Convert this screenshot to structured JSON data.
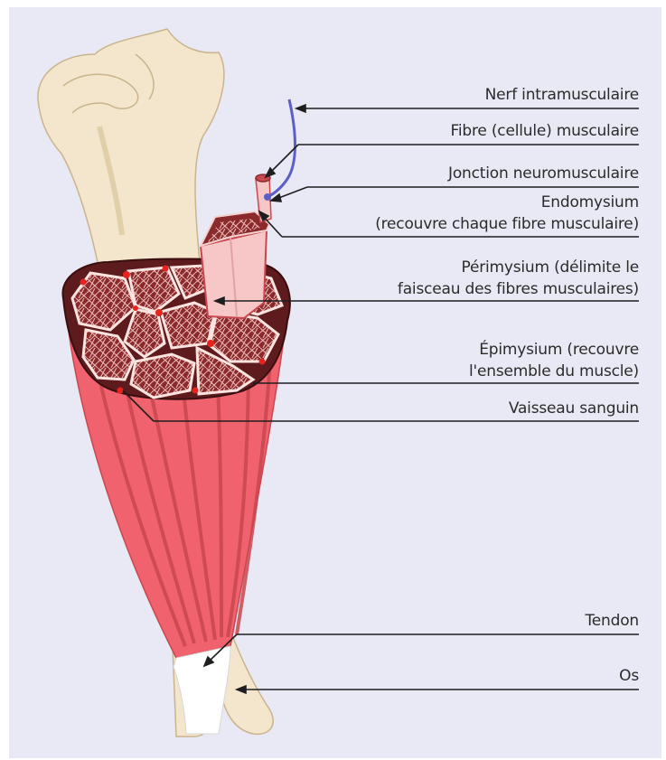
{
  "labels": {
    "nerf": "Nerf intramusculaire",
    "fibre": "Fibre (cellule) musculaire",
    "jonction": "Jonction neuromusculaire",
    "endomysium_1": "Endomysium",
    "endomysium_2": "(recouvre chaque fibre musculaire)",
    "perimysium_1": "Périmysium (délimite le",
    "perimysium_2": "faisceau des fibres musculaires)",
    "epimysium_1": "Épimysium (recouvre",
    "epimysium_2": "l'ensemble du muscle)",
    "vaisseau": "Vaisseau sanguin",
    "tendon": "Tendon",
    "os": "Os"
  },
  "colors": {
    "background": "#e9e9f5",
    "bone": "#f3e6cc",
    "muscle": "#f0626e",
    "fascicle": "#8a2a2c",
    "fibre": "#f7c7c7",
    "nerve": "#5b5fc7",
    "vessel": "#e8231c",
    "tendon": "#ffffff"
  }
}
